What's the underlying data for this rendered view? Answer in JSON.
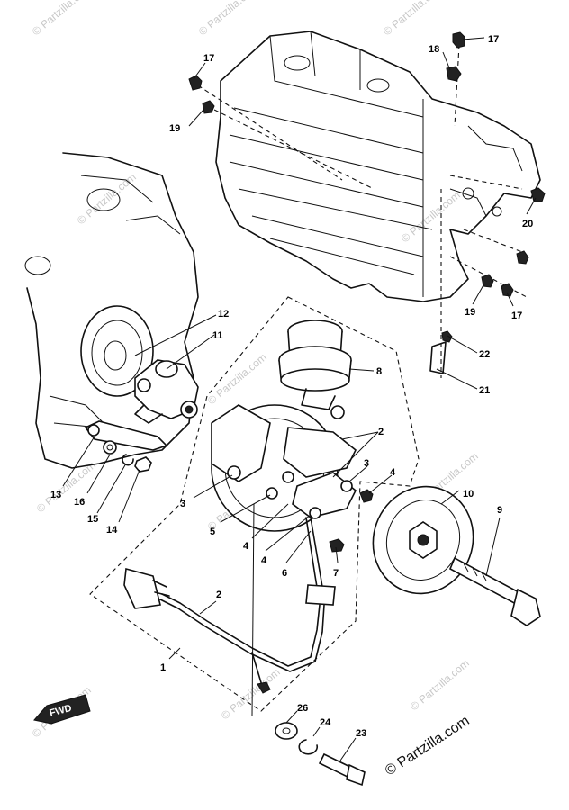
{
  "watermark": {
    "text": "© Partzilla.com",
    "bottom_text": "© Partzilla.com"
  },
  "direction_badge": "FWD",
  "callouts": [
    {
      "id": "c17a",
      "text": "17"
    },
    {
      "id": "c19a",
      "text": "19"
    },
    {
      "id": "c18",
      "text": "18"
    },
    {
      "id": "c17b",
      "text": "17"
    },
    {
      "id": "c20",
      "text": "20"
    },
    {
      "id": "c19b",
      "text": "19"
    },
    {
      "id": "c17c",
      "text": "17"
    },
    {
      "id": "c22",
      "text": "22"
    },
    {
      "id": "c21",
      "text": "21"
    },
    {
      "id": "c12",
      "text": "12"
    },
    {
      "id": "c11",
      "text": "11"
    },
    {
      "id": "c8",
      "text": "8"
    },
    {
      "id": "c2a",
      "text": "2"
    },
    {
      "id": "c3a",
      "text": "3"
    },
    {
      "id": "c4a",
      "text": "4"
    },
    {
      "id": "c3b",
      "text": "3"
    },
    {
      "id": "c5",
      "text": "5"
    },
    {
      "id": "c4b",
      "text": "4"
    },
    {
      "id": "c4c",
      "text": "4"
    },
    {
      "id": "c6",
      "text": "6"
    },
    {
      "id": "c7",
      "text": "7"
    },
    {
      "id": "c10",
      "text": "10"
    },
    {
      "id": "c9",
      "text": "9"
    },
    {
      "id": "c13",
      "text": "13"
    },
    {
      "id": "c16",
      "text": "16"
    },
    {
      "id": "c15",
      "text": "15"
    },
    {
      "id": "c14",
      "text": "14"
    },
    {
      "id": "c2b",
      "text": "2"
    },
    {
      "id": "c1",
      "text": "1"
    },
    {
      "id": "c26",
      "text": "26"
    },
    {
      "id": "c24",
      "text": "24"
    },
    {
      "id": "c23",
      "text": "23"
    }
  ]
}
